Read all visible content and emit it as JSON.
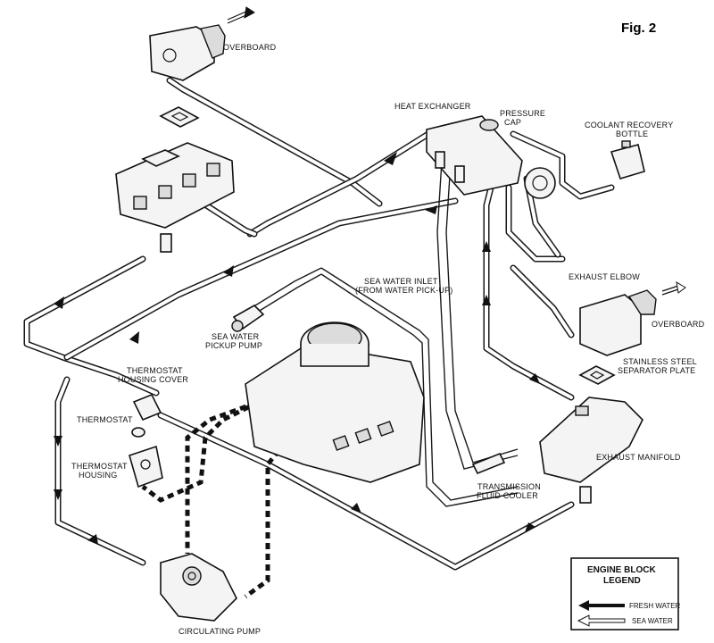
{
  "figure": {
    "label": "Fig. 2"
  },
  "labels": {
    "overboard_top": "OVERBOARD",
    "heat_exchanger": "HEAT EXCHANGER",
    "pressure_cap": "PRESSURE\nCAP",
    "coolant_recovery": "COOLANT RECOVERY\nBOTTLE",
    "exhaust_elbow": "EXHAUST ELBOW",
    "overboard_right": "OVERBOARD",
    "sea_water_inlet": "SEA WATER INLET\n(FROM WATER PICK-UP)",
    "sea_water_pump": "SEA WATER\nPICKUP PUMP",
    "thermostat_housing_cover": "THERMOSTAT\nHOUSING COVER",
    "thermostat": "THERMOSTAT",
    "thermostat_housing": "THERMOSTAT\nHOUSING",
    "stainless_plate": "STAINLESS STEEL\nSEPARATOR PLATE",
    "exhaust_manifold": "EXHAUST MANIFOLD",
    "transmission_cooler": "TRANSMISSION\nFLUID COOLER",
    "circulating_pump": "CIRCULATING PUMP"
  },
  "legend": {
    "title": "ENGINE BLOCK\nLEGEND",
    "fresh_water": "FRESH WATER",
    "sea_water": "SEA WATER"
  }
}
